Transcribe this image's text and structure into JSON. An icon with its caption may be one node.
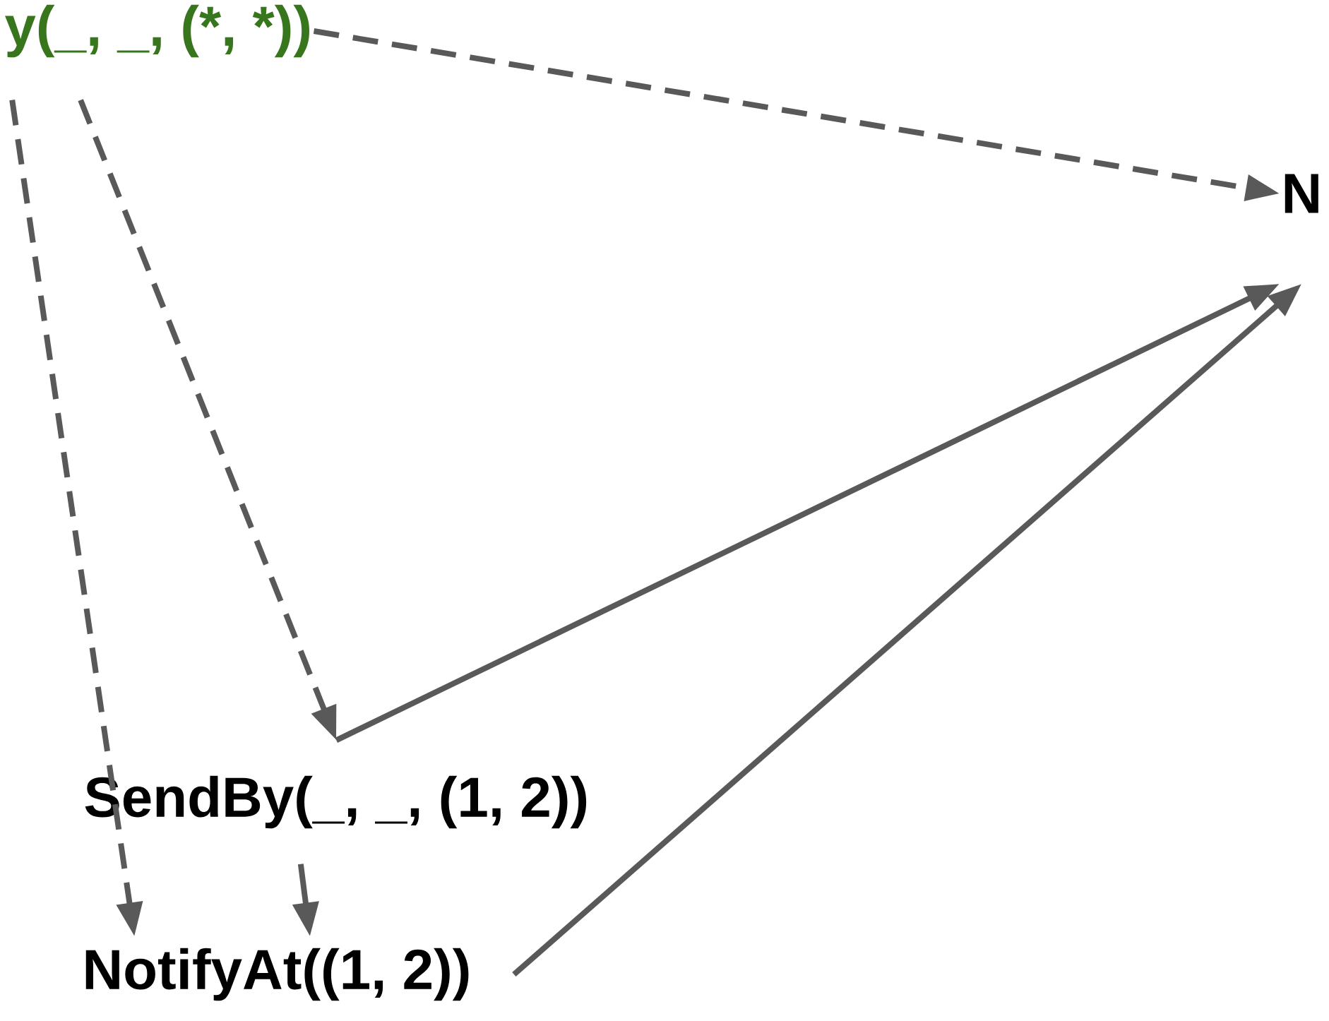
{
  "diagram": {
    "nodes": [
      {
        "text": [
          "y(_, _, (*, *))"
        ]
      },
      {
        "text": [
          "N"
        ]
      },
      {
        "text": [
          "SendBy(_, _, (1, 2))"
        ]
      },
      {
        "text": [
          "NotifyAt((1, 2))"
        ]
      }
    ],
    "edges": [
      {
        "from": 0,
        "to": 1,
        "arrow": "to",
        "style": "dashed"
      },
      {
        "from": 0,
        "to": 3,
        "arrow": "to",
        "style": "dashed"
      },
      {
        "from": 0,
        "to": 2,
        "arrow": "to",
        "style": "dashed"
      },
      {
        "from": 2,
        "to": 1,
        "arrow": "to"
      },
      {
        "from": 2,
        "to": 3,
        "arrow": "to"
      },
      {
        "from": 3,
        "to": 1,
        "arrow": "to"
      }
    ]
  }
}
